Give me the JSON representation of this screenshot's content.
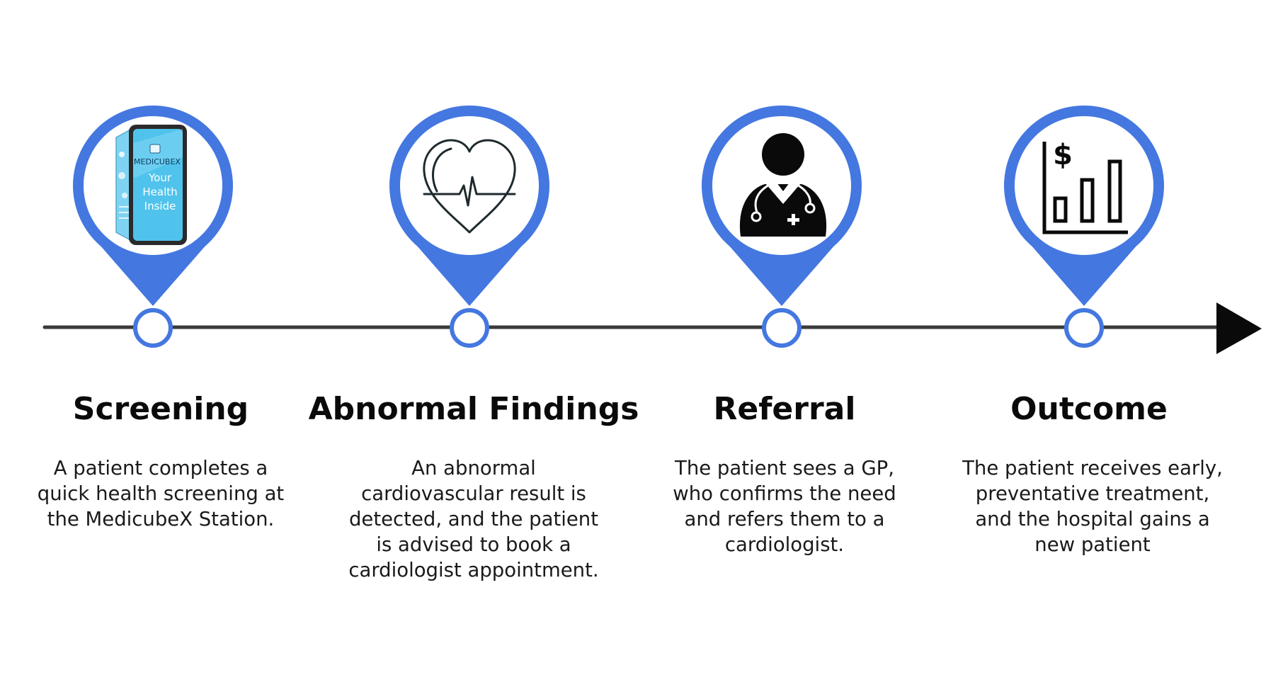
{
  "colors": {
    "accent": "#4477e0",
    "line": "#3a3a3a",
    "text": "#111111",
    "background": "#ffffff",
    "kiosk_screen": "#4fc3ec"
  },
  "kiosk": {
    "brand": "MEDICUBEX",
    "tagline_1": "Your",
    "tagline_2": "Health",
    "tagline_3": "Inside"
  },
  "steps": [
    {
      "title": "Screening",
      "description": "A patient completes a quick health screening at the MedicubeX Station.",
      "icon": "kiosk-icon"
    },
    {
      "title": "Abnormal Findings",
      "description": "An abnormal cardiovascular result is detected, and the patient is advised to book a cardiologist appointment.",
      "icon": "heart-pulse-icon"
    },
    {
      "title": "Referral",
      "description": "The patient sees a GP, who confirms the need and refers them to a cardiologist.",
      "icon": "doctor-icon"
    },
    {
      "title": "Outcome",
      "description": "The patient receives early, preventative treatment, and the hospital gains a new patient",
      "icon": "bar-chart-dollar-icon"
    }
  ]
}
